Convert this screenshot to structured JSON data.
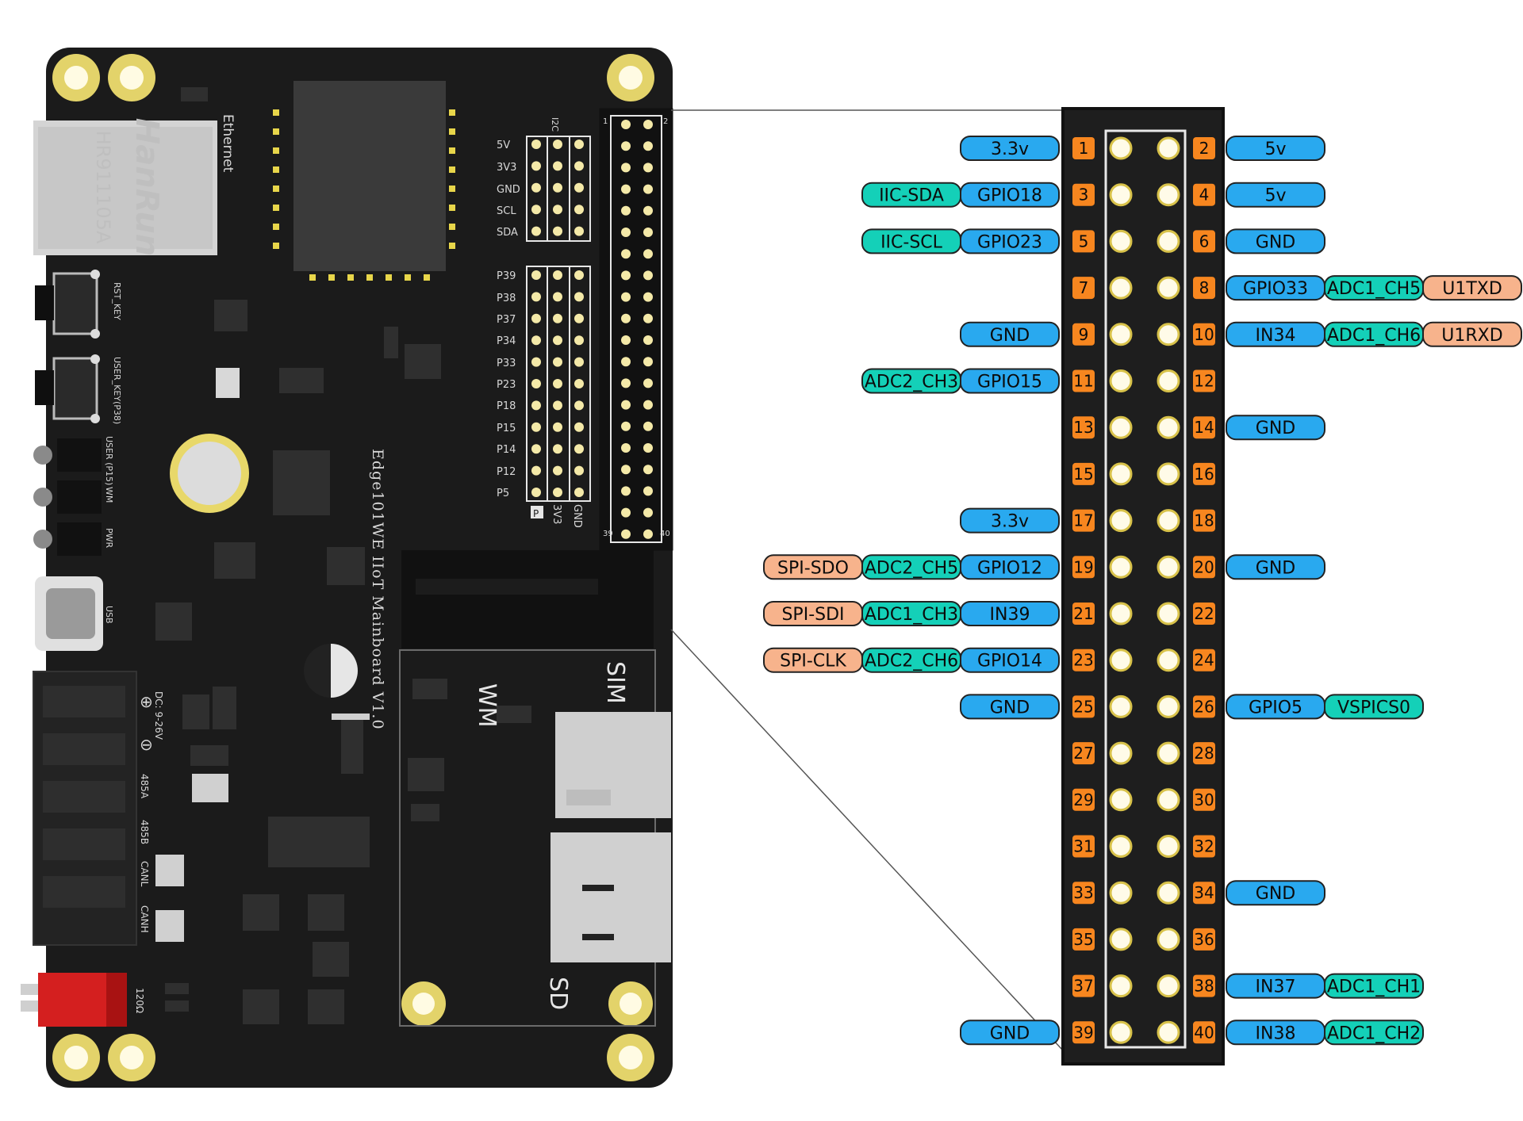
{
  "board": {
    "ethernet": "Ethernet",
    "rj45_brand": "HanRun",
    "rj45_model": "HR911105A",
    "rst_key": "RST_KEY",
    "user_key": "USER_KEY(P38)",
    "led_user": "USER (P15)",
    "led_wm": "WM",
    "led_pwr": "PWR",
    "usb": "USB",
    "dc_plus": "⊕",
    "dc": "DC: 9-26V",
    "dc_minus": "⊖",
    "t_485a": "485A",
    "t_485b": "485B",
    "t_canl": "CANL",
    "t_canh": "CANH",
    "t_120": "120Ω",
    "title": "Edge101WE IIoT Mainboard V1.0",
    "wm": "WM",
    "sim": "SIM",
    "sd": "SD",
    "i2c": "I2C",
    "i2c_pins": [
      "5V",
      "3V3",
      "GND",
      "SCL",
      "SDA"
    ],
    "p_pins": [
      "P39",
      "P38",
      "P37",
      "P34",
      "P33",
      "P23",
      "P18",
      "P15",
      "P14",
      "P12",
      "P5"
    ],
    "col_p": "P",
    "col_3v3": "3V3",
    "col_gnd": "GND",
    "hdr_1": "1",
    "hdr_2": "2",
    "hdr_39": "39",
    "hdr_40": "40"
  },
  "colors": {
    "power": "#29a9ef",
    "alt": "#14d0b8",
    "spi": "#f7b38c",
    "pin_num": "#f7861f"
  },
  "pins": [
    {
      "n": 1,
      "labels": [
        {
          "text": "3.3v",
          "type": "power"
        }
      ]
    },
    {
      "n": 2,
      "labels": [
        {
          "text": "5v",
          "type": "power"
        }
      ]
    },
    {
      "n": 3,
      "labels": [
        {
          "text": "GPIO18",
          "type": "power"
        },
        {
          "text": "IIC-SDA",
          "type": "alt"
        }
      ]
    },
    {
      "n": 4,
      "labels": [
        {
          "text": "5v",
          "type": "power"
        }
      ]
    },
    {
      "n": 5,
      "labels": [
        {
          "text": "GPIO23",
          "type": "power"
        },
        {
          "text": "IIC-SCL",
          "type": "alt"
        }
      ]
    },
    {
      "n": 6,
      "labels": [
        {
          "text": "GND",
          "type": "power"
        }
      ]
    },
    {
      "n": 7,
      "labels": []
    },
    {
      "n": 8,
      "labels": [
        {
          "text": "GPIO33",
          "type": "power"
        },
        {
          "text": "ADC1_CH5",
          "type": "alt"
        },
        {
          "text": "U1TXD",
          "type": "spi"
        }
      ]
    },
    {
      "n": 9,
      "labels": [
        {
          "text": "GND",
          "type": "power"
        }
      ]
    },
    {
      "n": 10,
      "labels": [
        {
          "text": "IN34",
          "type": "power"
        },
        {
          "text": "ADC1_CH6",
          "type": "alt"
        },
        {
          "text": "U1RXD",
          "type": "spi"
        }
      ]
    },
    {
      "n": 11,
      "labels": [
        {
          "text": "GPIO15",
          "type": "power"
        },
        {
          "text": "ADC2_CH3",
          "type": "alt"
        }
      ]
    },
    {
      "n": 12,
      "labels": []
    },
    {
      "n": 13,
      "labels": []
    },
    {
      "n": 14,
      "labels": [
        {
          "text": "GND",
          "type": "power"
        }
      ]
    },
    {
      "n": 15,
      "labels": []
    },
    {
      "n": 16,
      "labels": []
    },
    {
      "n": 17,
      "labels": [
        {
          "text": "3.3v",
          "type": "power"
        }
      ]
    },
    {
      "n": 18,
      "labels": []
    },
    {
      "n": 19,
      "labels": [
        {
          "text": "GPIO12",
          "type": "power"
        },
        {
          "text": "ADC2_CH5",
          "type": "alt"
        },
        {
          "text": "SPI-SDO",
          "type": "spi"
        }
      ]
    },
    {
      "n": 20,
      "labels": [
        {
          "text": "GND",
          "type": "power"
        }
      ]
    },
    {
      "n": 21,
      "labels": [
        {
          "text": "IN39",
          "type": "power"
        },
        {
          "text": "ADC1_CH3",
          "type": "alt"
        },
        {
          "text": "SPI-SDI",
          "type": "spi"
        }
      ]
    },
    {
      "n": 22,
      "labels": []
    },
    {
      "n": 23,
      "labels": [
        {
          "text": "GPIO14",
          "type": "power"
        },
        {
          "text": "ADC2_CH6",
          "type": "alt"
        },
        {
          "text": "SPI-CLK",
          "type": "spi"
        }
      ]
    },
    {
      "n": 24,
      "labels": []
    },
    {
      "n": 25,
      "labels": [
        {
          "text": "GND",
          "type": "power"
        }
      ]
    },
    {
      "n": 26,
      "labels": [
        {
          "text": "GPIO5",
          "type": "power"
        },
        {
          "text": "VSPICS0",
          "type": "alt"
        }
      ]
    },
    {
      "n": 27,
      "labels": []
    },
    {
      "n": 28,
      "labels": []
    },
    {
      "n": 29,
      "labels": []
    },
    {
      "n": 30,
      "labels": []
    },
    {
      "n": 31,
      "labels": []
    },
    {
      "n": 32,
      "labels": []
    },
    {
      "n": 33,
      "labels": []
    },
    {
      "n": 34,
      "labels": [
        {
          "text": "GND",
          "type": "power"
        }
      ]
    },
    {
      "n": 35,
      "labels": []
    },
    {
      "n": 36,
      "labels": []
    },
    {
      "n": 37,
      "labels": []
    },
    {
      "n": 38,
      "labels": [
        {
          "text": "IN37",
          "type": "power"
        },
        {
          "text": "ADC1_CH1",
          "type": "alt"
        }
      ]
    },
    {
      "n": 39,
      "labels": [
        {
          "text": "GND",
          "type": "power"
        }
      ]
    },
    {
      "n": 40,
      "labels": [
        {
          "text": "IN38",
          "type": "power"
        },
        {
          "text": "ADC1_CH2",
          "type": "alt"
        }
      ]
    }
  ]
}
